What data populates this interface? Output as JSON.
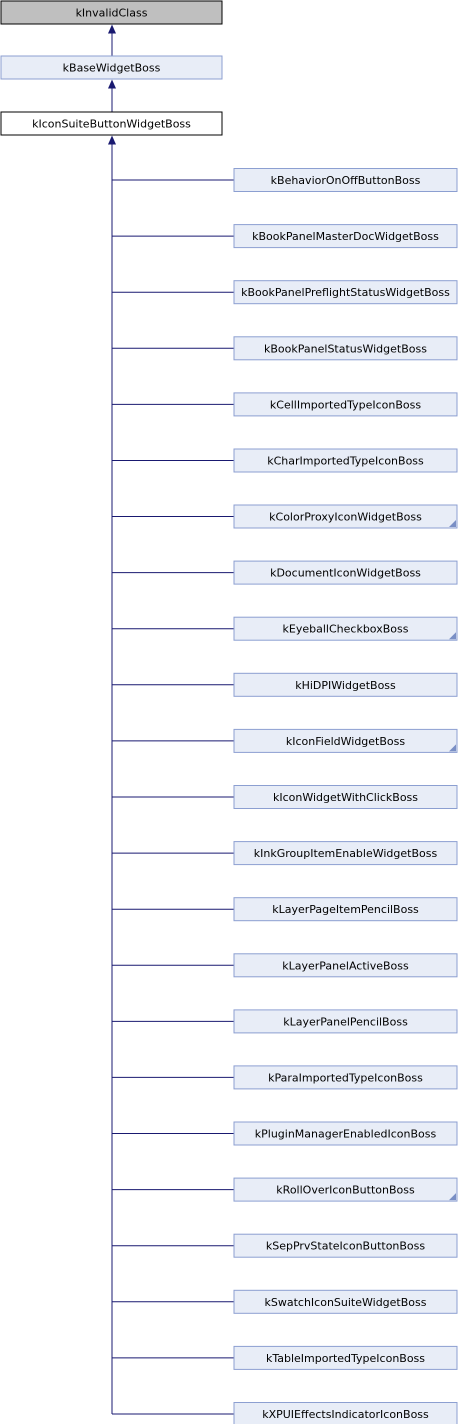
{
  "diagram": {
    "root": "kInvalidClass",
    "base": "kBaseWidgetBoss",
    "current": "kIconSuiteButtonWidgetBoss",
    "children": [
      {
        "label": "kBehaviorOnOffButtonBoss",
        "more": false
      },
      {
        "label": "kBookPanelMasterDocWidgetBoss",
        "more": false
      },
      {
        "label": "kBookPanelPreflightStatusWidgetBoss",
        "more": false
      },
      {
        "label": "kBookPanelStatusWidgetBoss",
        "more": false
      },
      {
        "label": "kCellImportedTypeIconBoss",
        "more": false
      },
      {
        "label": "kCharImportedTypeIconBoss",
        "more": false
      },
      {
        "label": "kColorProxyIconWidgetBoss",
        "more": true
      },
      {
        "label": "kDocumentIconWidgetBoss",
        "more": false
      },
      {
        "label": "kEyeballCheckboxBoss",
        "more": true
      },
      {
        "label": "kHiDPIWidgetBoss",
        "more": false
      },
      {
        "label": "kIconFieldWidgetBoss",
        "more": true
      },
      {
        "label": "kIconWidgetWithClickBoss",
        "more": false
      },
      {
        "label": "kInkGroupItemEnableWidgetBoss",
        "more": false
      },
      {
        "label": "kLayerPageItemPencilBoss",
        "more": false
      },
      {
        "label": "kLayerPanelActiveBoss",
        "more": false
      },
      {
        "label": "kLayerPanelPencilBoss",
        "more": false
      },
      {
        "label": "kParaImportedTypeIconBoss",
        "more": false
      },
      {
        "label": "kPluginManagerEnabledIconBoss",
        "more": false
      },
      {
        "label": "kRollOverIconButtonBoss",
        "more": true
      },
      {
        "label": "kSepPrvStateIconButtonBoss",
        "more": false
      },
      {
        "label": "kSwatchIconSuiteWidgetBoss",
        "more": false
      },
      {
        "label": "kTableImportedTypeIconBoss",
        "more": false
      },
      {
        "label": "kXPUIEffectsIndicatorIconBoss",
        "more": false
      }
    ],
    "colors": {
      "root_fill": "#bfbfbf",
      "node_fill": "#e8edf7",
      "node_border": "#8c9fd1",
      "current_fill": "#ffffff",
      "current_border": "#000000",
      "edge": "#191970",
      "more_marker": "#7a8fc5"
    }
  }
}
